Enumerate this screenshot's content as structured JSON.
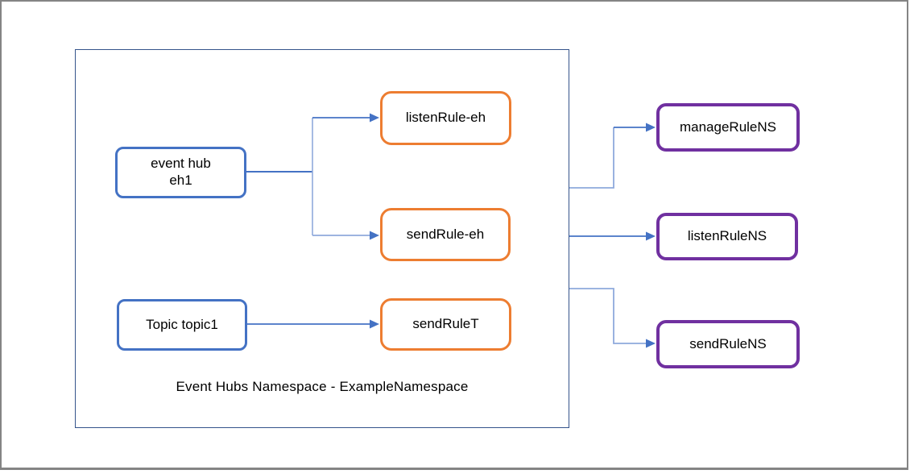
{
  "diagram": {
    "container": {
      "label": "Event Hubs Namespace - ExampleNamespace"
    },
    "nodes": {
      "event_hub": {
        "label": "event hub\neh1"
      },
      "topic": {
        "label": "Topic topic1"
      },
      "listen_rule_eh": {
        "label": "listenRule-eh"
      },
      "send_rule_eh": {
        "label": "sendRule-eh"
      },
      "send_rule_t": {
        "label": "sendRuleT"
      },
      "manage_rule_ns": {
        "label": "manageRuleNS"
      },
      "listen_rule_ns": {
        "label": "listenRuleNS"
      },
      "send_rule_ns": {
        "label": "sendRuleNS"
      }
    },
    "colors": {
      "entity_border": "#4472C4",
      "eventhub_rule_border": "#ED7D31",
      "namespace_rule_border": "#7030A0",
      "container_border": "#35548B",
      "connector": "#4472C4",
      "connector_light": "#8FAADC",
      "frame_border": "#848484",
      "text": "#000000",
      "background": "#FFFFFF"
    }
  }
}
